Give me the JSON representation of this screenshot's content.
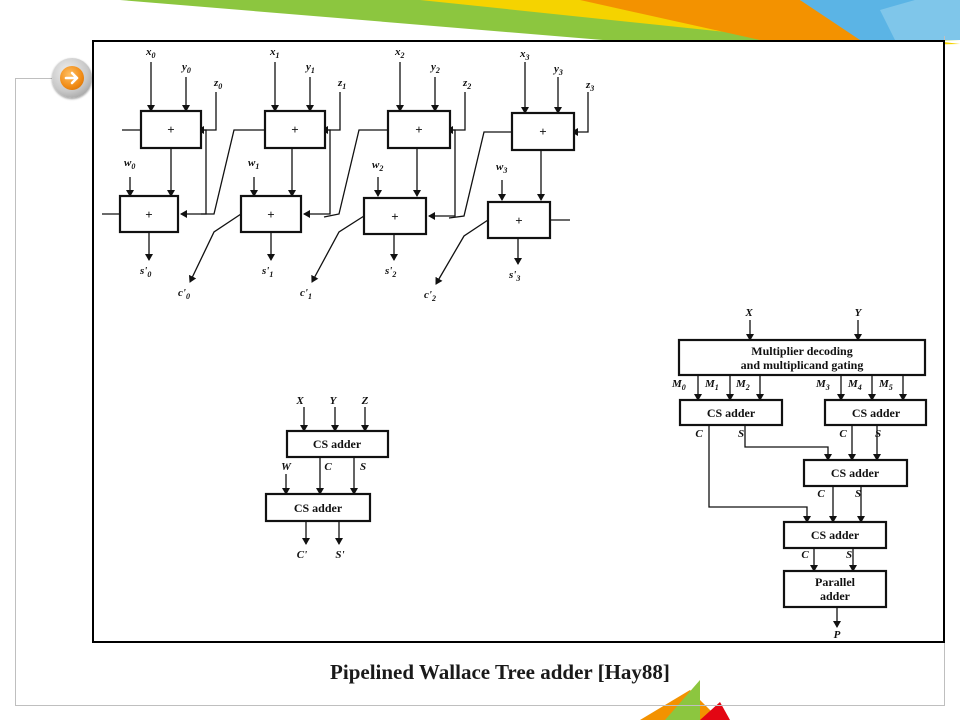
{
  "slide": {
    "caption": "Pipelined Wallace Tree adder [Hay88]",
    "colors": {
      "green": "#8cc63f",
      "yellow": "#f5d300",
      "orange": "#f39200",
      "blue": "#5bb4e5",
      "red": "#e30613",
      "frame": "#bfbfbf"
    },
    "nav_icon": "arrow-right-icon"
  },
  "pipeline_diagram": {
    "inputs": [
      {
        "x": "x",
        "x_sub": "0",
        "y": "y",
        "y_sub": "0",
        "z": "z",
        "z_sub": "0",
        "w": "w",
        "w_sub": "0"
      },
      {
        "x": "x",
        "x_sub": "1",
        "y": "y",
        "y_sub": "1",
        "z": "z",
        "z_sub": "1",
        "w": "w",
        "w_sub": "1"
      },
      {
        "x": "x",
        "x_sub": "2",
        "y": "y",
        "y_sub": "2",
        "z": "z",
        "z_sub": "2",
        "w": "w",
        "w_sub": "2"
      },
      {
        "x": "x",
        "x_sub": "3",
        "y": "y",
        "y_sub": "3",
        "z": "z",
        "z_sub": "3",
        "w": "w",
        "w_sub": "3"
      }
    ],
    "adder_symbol": "+",
    "sum_outputs": [
      {
        "label": "s'",
        "sub": "0"
      },
      {
        "label": "s'",
        "sub": "1"
      },
      {
        "label": "s'",
        "sub": "2"
      },
      {
        "label": "s'",
        "sub": "3"
      }
    ],
    "carry_outputs": [
      {
        "label": "c'",
        "sub": "0"
      },
      {
        "label": "c'",
        "sub": "1"
      },
      {
        "label": "c'",
        "sub": "2"
      }
    ]
  },
  "cs_stack_diagram": {
    "inputs": [
      "X",
      "Y",
      "Z"
    ],
    "box1": "CS adder",
    "mid_inputs": [
      "W",
      "C",
      "S"
    ],
    "box2": "CS adder",
    "outputs": [
      "C'",
      "S'"
    ]
  },
  "multiplier_tree": {
    "inputs": [
      "X",
      "Y"
    ],
    "decoder_line1": "Multiplier decoding",
    "decoder_line2": "and multiplicand gating",
    "partial_products": [
      {
        "label": "M",
        "sub": "0"
      },
      {
        "label": "M",
        "sub": "1"
      },
      {
        "label": "M",
        "sub": "2"
      },
      {
        "label": "M",
        "sub": "3"
      },
      {
        "label": "M",
        "sub": "4"
      },
      {
        "label": "M",
        "sub": "5"
      }
    ],
    "cs_label": "CS adder",
    "carry_label": "C",
    "sum_label": "S",
    "parallel_line1": "Parallel",
    "parallel_line2": "adder",
    "output": "P"
  }
}
